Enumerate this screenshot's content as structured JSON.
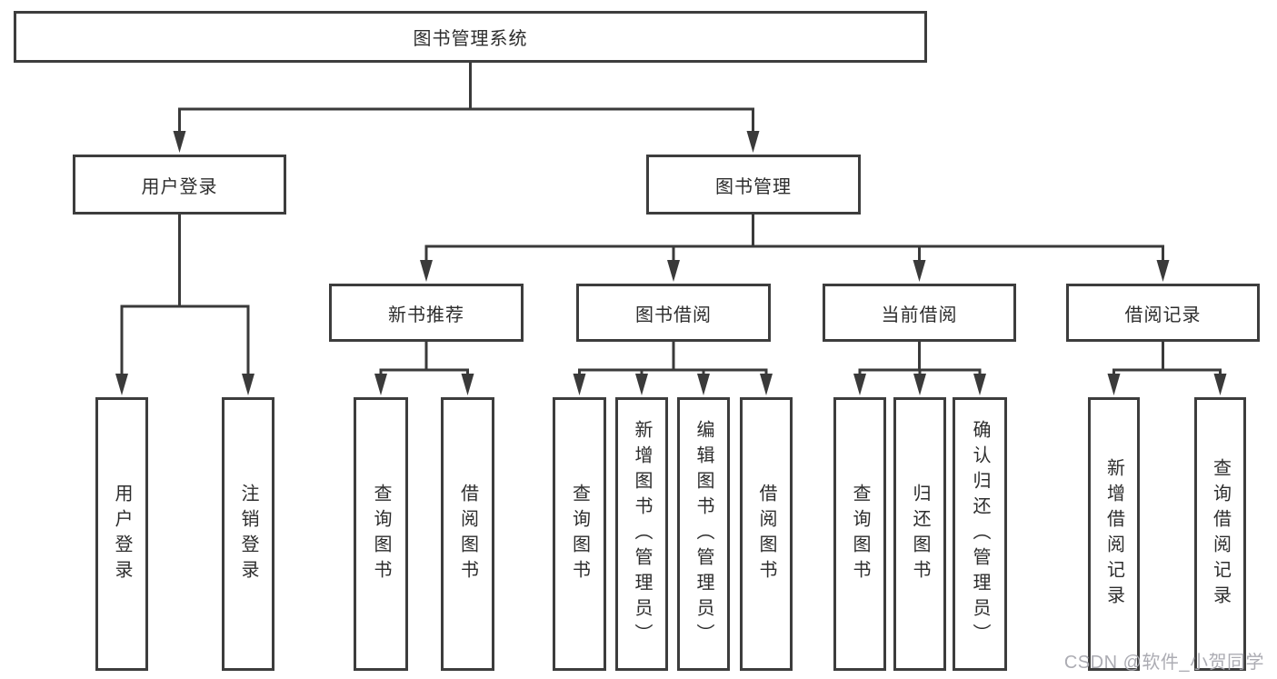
{
  "tree": {
    "root": "图书管理系统",
    "branches": [
      {
        "label": "用户登录",
        "children": [
          "用户登录",
          "注销登录"
        ]
      },
      {
        "label": "图书管理",
        "children": [
          {
            "label": "新书推荐",
            "children": [
              "查询图书",
              "借阅图书"
            ]
          },
          {
            "label": "图书借阅",
            "children": [
              "查询图书",
              "新增图书（管理员）",
              "编辑图书（管理员）",
              "借阅图书"
            ]
          },
          {
            "label": "当前借阅",
            "children": [
              "查询图书",
              "归还图书",
              "确认归还（管理员）"
            ]
          },
          {
            "label": "借阅记录",
            "children": [
              "新增借阅记录",
              "查询借阅记录"
            ]
          }
        ]
      }
    ]
  },
  "watermark": {
    "text": "CSDN @软件_小贺同学"
  },
  "colors": {
    "line": "#3a3a3a",
    "box_border": "#3d3d3d",
    "text": "#2d2d2d",
    "watermark": "#a8a8af",
    "background": "#ffffff"
  }
}
